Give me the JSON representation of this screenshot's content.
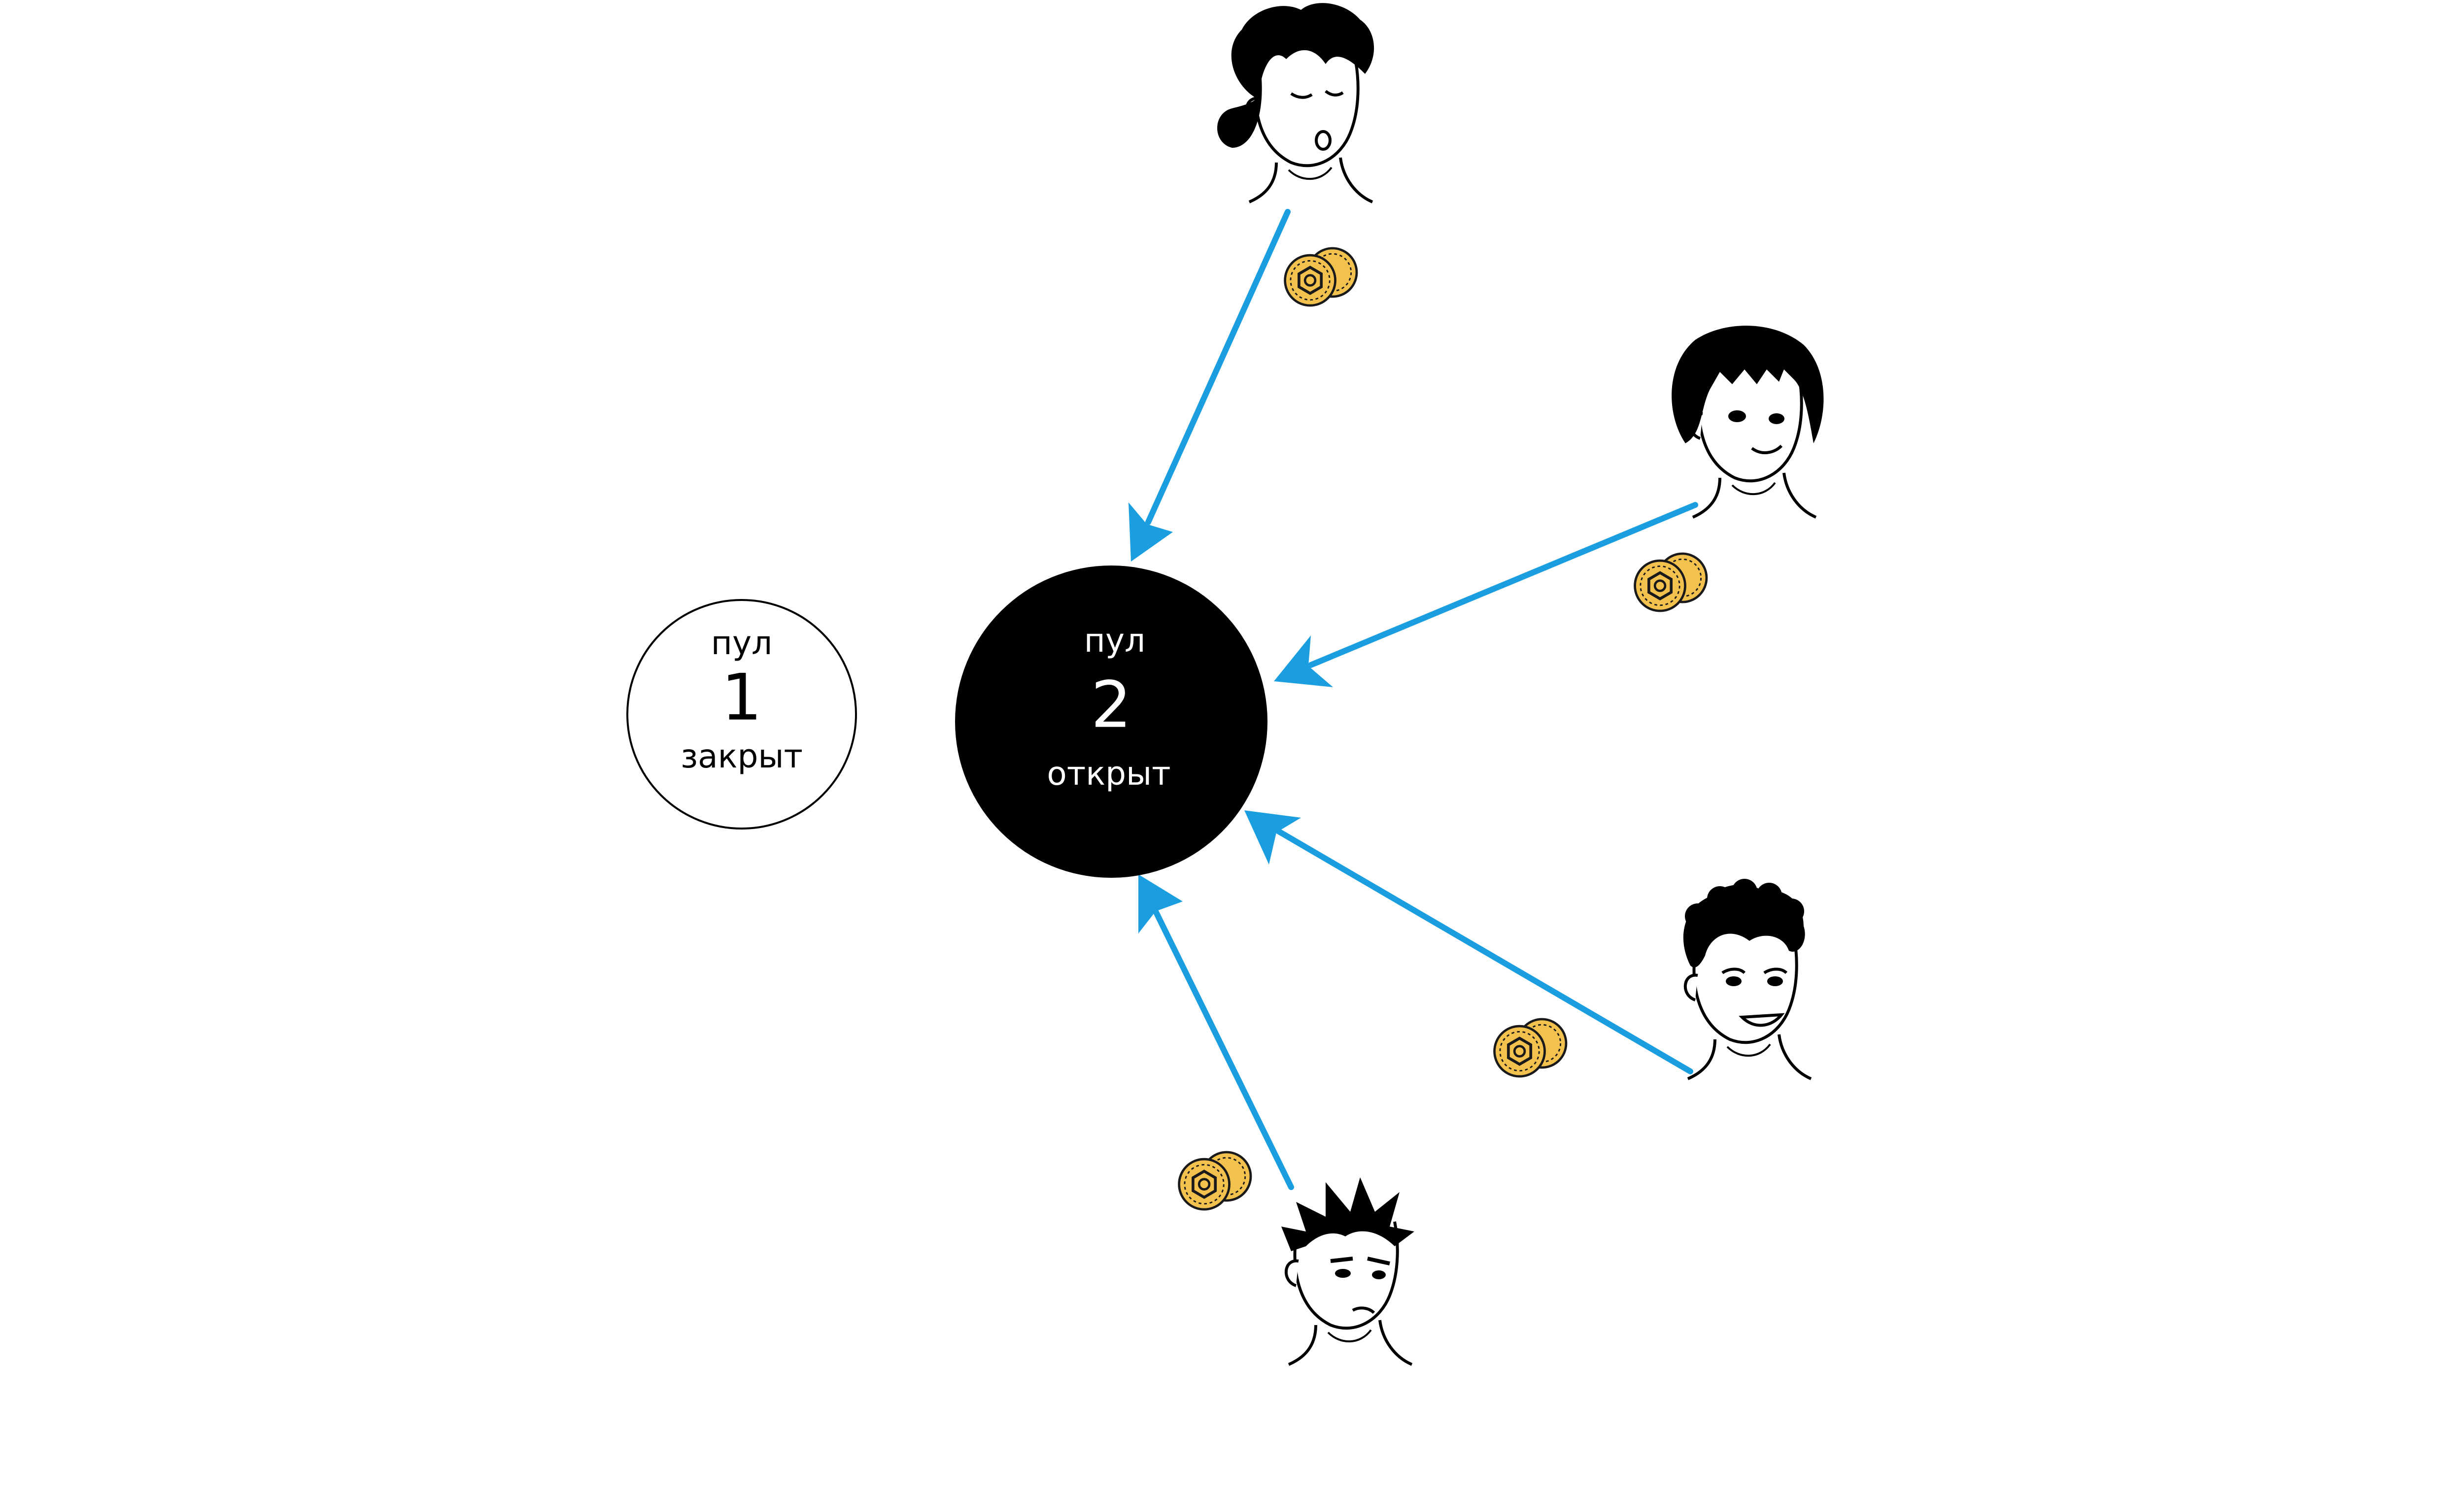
{
  "colors": {
    "background": "#ffffff",
    "arrow": "#1a9ee0",
    "open_pool_fill": "#000000",
    "open_pool_text": "#ffffff",
    "closed_pool_fill": "#ffffff",
    "closed_pool_text": "#000000",
    "coin_fill": "#f2c14e",
    "coin_outline": "#1a1a1a",
    "line": "#000000"
  },
  "pools": [
    {
      "label": "пул",
      "number": "1",
      "status": "закрыт",
      "state": "closed"
    },
    {
      "label": "пул",
      "number": "2",
      "status": "открыт",
      "state": "open"
    }
  ],
  "participants": [
    {
      "icon": "person-wavy-hair-icon",
      "coin_icon": "coins-icon",
      "target": "пул 2"
    },
    {
      "icon": "person-bob-hair-icon",
      "coin_icon": "coins-icon",
      "target": "пул 2"
    },
    {
      "icon": "person-curly-hair-icon",
      "coin_icon": "coins-icon",
      "target": "пул 2"
    },
    {
      "icon": "person-spiky-hair-icon",
      "coin_icon": "coins-icon",
      "target": "пул 2"
    }
  ]
}
